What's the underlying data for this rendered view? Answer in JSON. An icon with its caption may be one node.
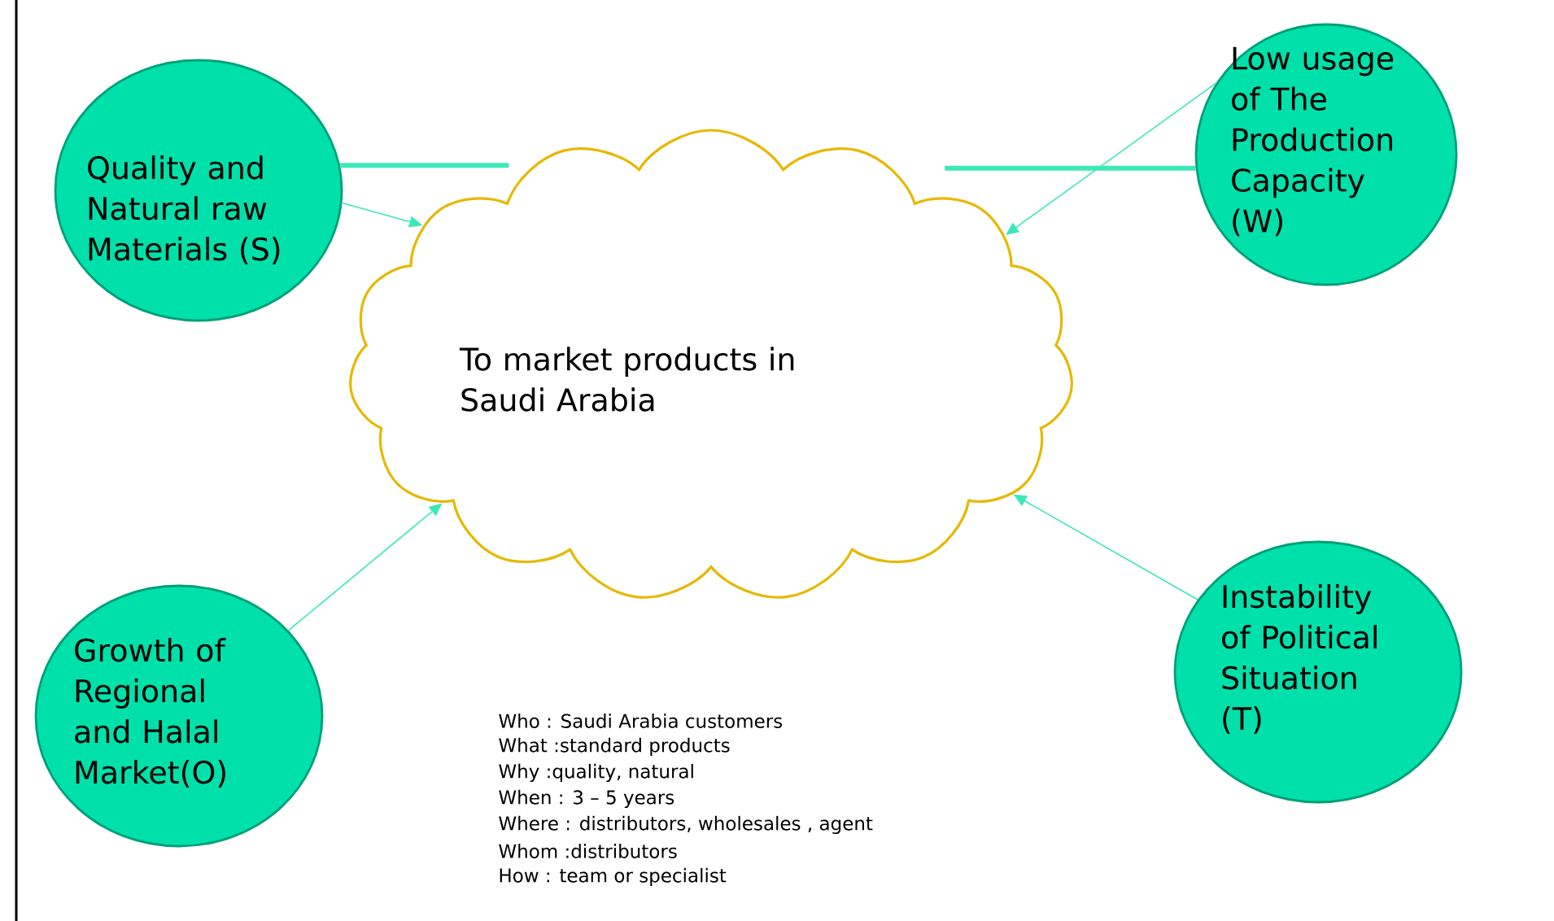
{
  "diagram": {
    "nodes": [
      {
        "text": [
          "To market products in Saudi Arabia"
        ]
      },
      {
        "text": [
          "Quality and Natural raw Materials (S)"
        ]
      },
      {
        "text": [
          "Low usage of The Production Capacity (W)"
        ]
      },
      {
        "text": [
          "Growth of Regional and Halal Market(O)"
        ]
      },
      {
        "text": [
          "Instability of Political Situation (T)"
        ]
      }
    ],
    "edges": [
      {
        "from": 1,
        "to": 0,
        "arrow": "none",
        "style": "thick"
      },
      {
        "from": 2,
        "to": 0,
        "arrow": "none",
        "style": "thick"
      },
      {
        "from": 1,
        "to": 0,
        "arrow": "to"
      },
      {
        "from": 2,
        "to": 0,
        "arrow": "to"
      },
      {
        "from": 3,
        "to": 0,
        "arrow": "to"
      },
      {
        "from": 4,
        "to": 0,
        "arrow": "to"
      }
    ],
    "labels": [
      "Who : Saudi Arabia customers",
      "What :standard products",
      "Why :quality, natural",
      "When : 3 – 5 years",
      "Where : distributors, wholesales , agent",
      "Whom :distributors",
      "How : team or specialist"
    ]
  }
}
